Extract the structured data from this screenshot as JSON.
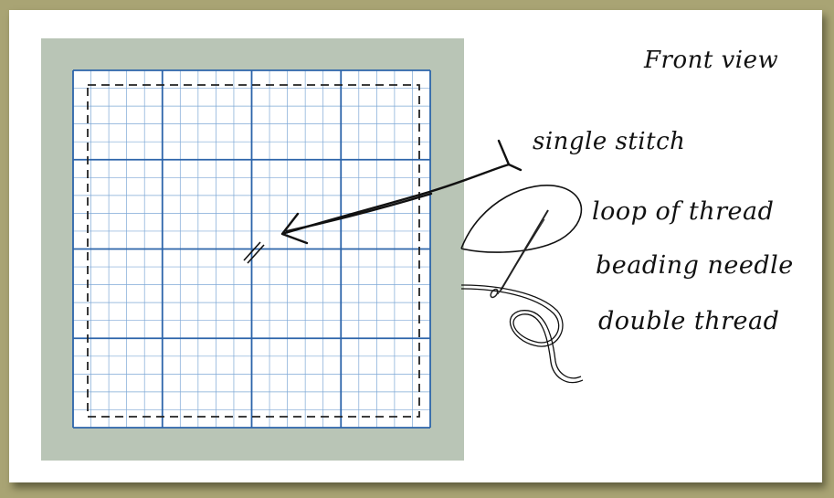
{
  "title": "Front view",
  "labels": {
    "single_stitch": "single stitch",
    "loop_of_thread": "loop of thread",
    "beading_needle": "beading needle",
    "double_thread": "double thread"
  },
  "colors": {
    "frame": "#a9a474",
    "card": "#ffffff",
    "board": "#b9c5b6",
    "grid_major": "#2c64aa",
    "grid_minor": "#7ea8d6",
    "ink": "#111111"
  },
  "grid": {
    "major_divisions": 4,
    "minor_per_major": 5
  }
}
